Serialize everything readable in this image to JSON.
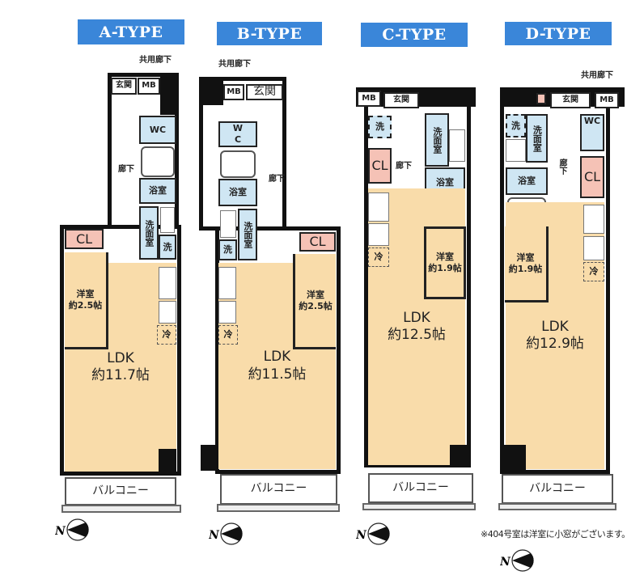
{
  "plans": [
    {
      "title": "A-TYPE",
      "corridor": "共用廊下",
      "entrance": "玄関",
      "mb": "MB",
      "wc": "WC",
      "bath": "浴室",
      "washroom": "洗面室",
      "washer": "洗",
      "hall": "廊下",
      "cl": "CL",
      "western": "洋室\n約2.5帖",
      "fridge": "冷",
      "ldk": "LDK\n約11.7帖",
      "balcony": "バルコニー"
    },
    {
      "title": "B-TYPE",
      "corridor": "共用廊下",
      "entrance": "玄関",
      "mb": "MB",
      "wc": "W\nC",
      "bath": "浴室",
      "washroom": "洗面室",
      "washer": "洗",
      "hall": "廊下",
      "cl": "CL",
      "western": "洋室\n約2.5帖",
      "fridge": "冷",
      "ldk": "LDK\n約11.5帖",
      "balcony": "バルコニー"
    },
    {
      "title": "C-TYPE",
      "entrance": "玄関",
      "mb": "MB",
      "bath": "浴室",
      "washroom": "洗面室",
      "washer": "洗",
      "hall": "廊下",
      "cl": "CL",
      "western": "洋室\n約1.9帖",
      "fridge": "冷",
      "ldk": "LDK\n約12.5帖",
      "balcony": "バルコニー"
    },
    {
      "title": "D-TYPE",
      "corridor": "共用廊下",
      "entrance": "玄関",
      "mb": "MB",
      "wc": "WC",
      "bath": "浴室",
      "washroom": "洗面室",
      "washer": "洗",
      "hall": "廊下",
      "cl": "CL",
      "western": "洋室\n約1.9帖",
      "fridge": "冷",
      "ldk": "LDK\n約12.9帖",
      "balcony": "バルコニー"
    }
  ],
  "compass_label": "N",
  "note": "※404号室は洋室に小窓がございます。",
  "colors": {
    "header": "#3a86d9",
    "ldk": "#f9dcaa",
    "wet": "#cfe6f3",
    "closet": "#f5c2b6"
  }
}
